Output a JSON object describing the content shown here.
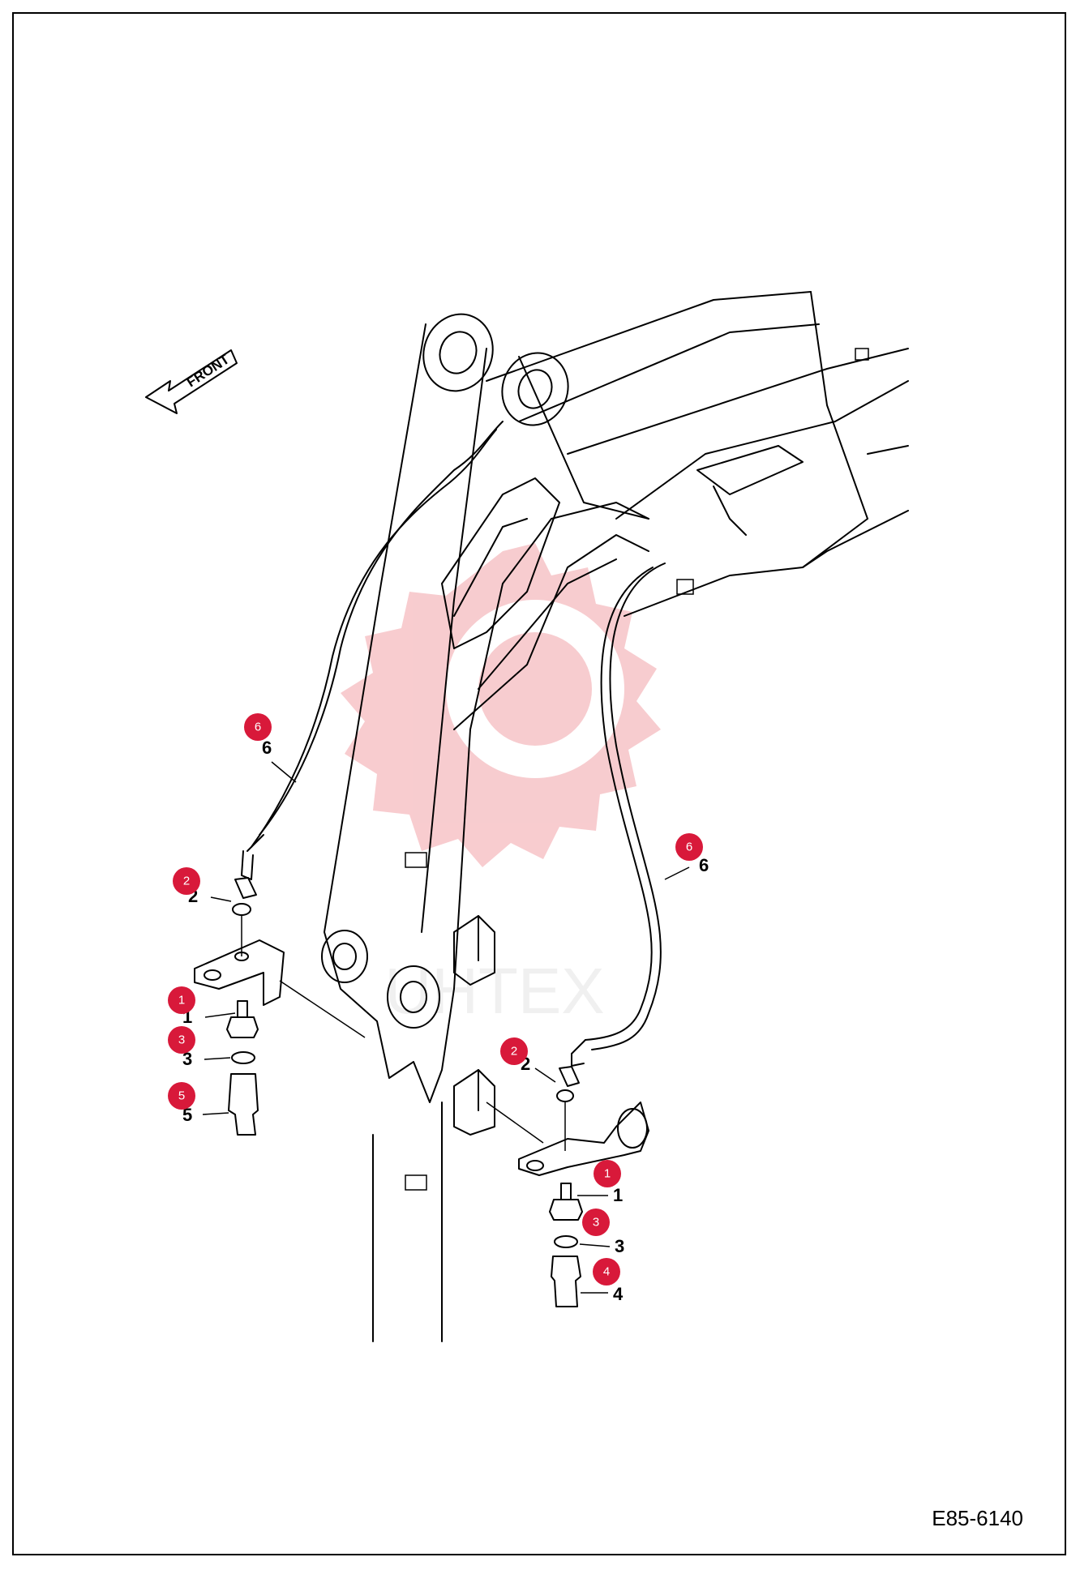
{
  "diagram": {
    "front_label": "FRONT",
    "drawing_code": "E85-6140",
    "watermark_text": "UHTEX",
    "watermark_color": "#f2a3a8",
    "badge_color": "#d8193a",
    "callouts": [
      {
        "id": "1",
        "label": "1"
      },
      {
        "id": "2",
        "label": "2"
      },
      {
        "id": "3",
        "label": "3"
      },
      {
        "id": "4",
        "label": "4"
      },
      {
        "id": "5",
        "label": "5"
      },
      {
        "id": "6",
        "label": "6"
      }
    ]
  }
}
